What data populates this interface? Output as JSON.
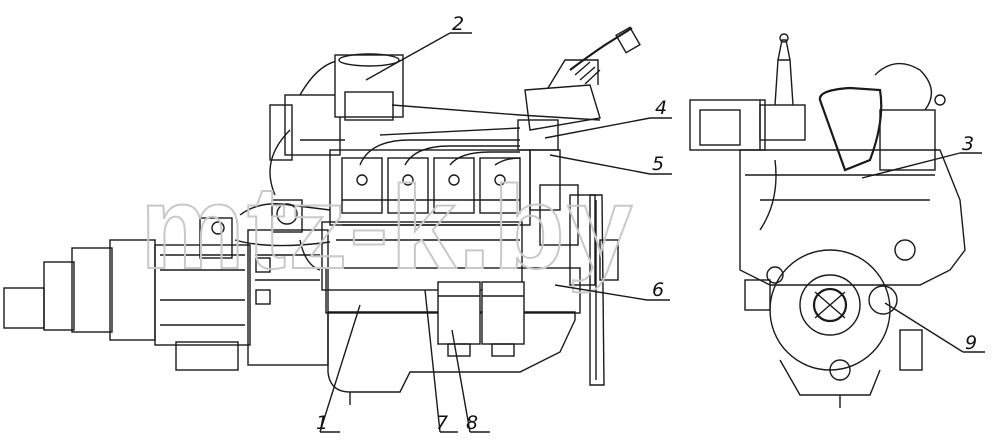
{
  "watermark": "mtz-k.by",
  "callouts": [
    {
      "id": "c1",
      "label": "1"
    },
    {
      "id": "c2",
      "label": "2"
    },
    {
      "id": "c3",
      "label": "3"
    },
    {
      "id": "c4",
      "label": "4"
    },
    {
      "id": "c5",
      "label": "5"
    },
    {
      "id": "c6",
      "label": "6"
    },
    {
      "id": "c7",
      "label": "7"
    },
    {
      "id": "c8",
      "label": "8"
    },
    {
      "id": "c9",
      "label": "9"
    }
  ]
}
